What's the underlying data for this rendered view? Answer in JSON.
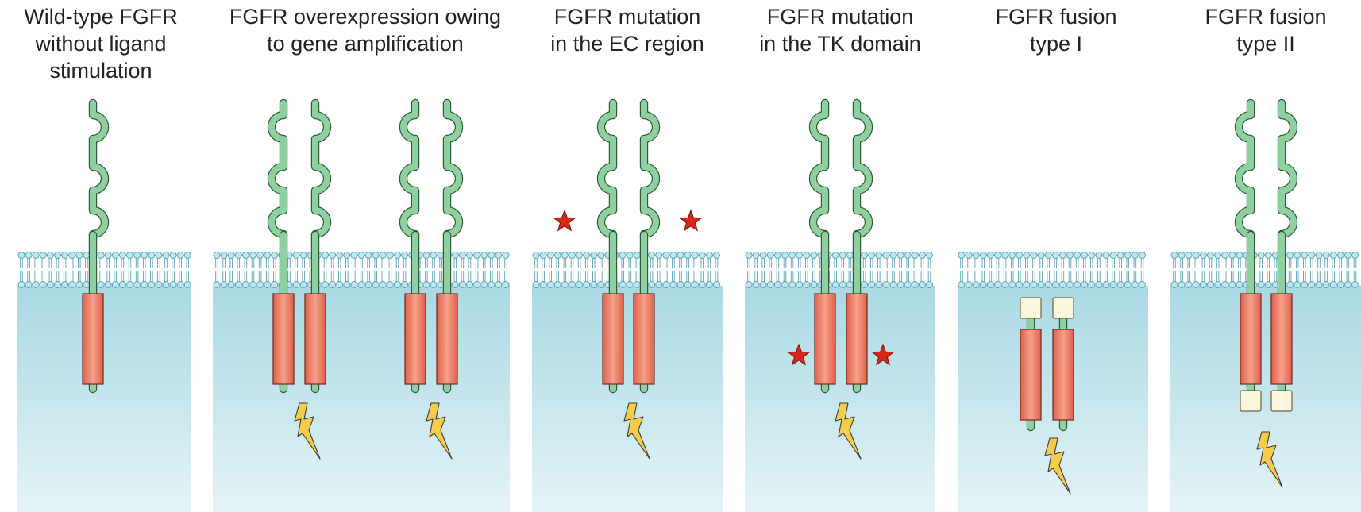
{
  "figure": {
    "colors": {
      "cytoplasm_top": "#a9d9e3",
      "cytoplasm_bottom": "#e4f3f7",
      "lipid_head": "#bfe6ee",
      "lipid_head_stroke": "#5aa4b6",
      "receptor_green": "#8fd0a0",
      "receptor_stroke": "#2d5a38",
      "kinase_red": "#f2806a",
      "kinase_stroke": "#6a2a20",
      "partner_box": "#fbf6dc",
      "mutation_star": "#d9261c",
      "lightning": "#f7cc4a"
    },
    "icons": [
      "mutation-star-icon",
      "lightning-bolt-icon"
    ],
    "panels": [
      {
        "id": "wild-type",
        "title_lines": [
          "Wild-type FGFR",
          "without ligand",
          "stimulation"
        ]
      },
      {
        "id": "overexpression",
        "title_lines": [
          "FGFR overexpression owing",
          "to gene amplification"
        ]
      },
      {
        "id": "ec-mutation",
        "title_lines": [
          "FGFR mutation",
          "in the EC region"
        ]
      },
      {
        "id": "tk-mutation",
        "title_lines": [
          "FGFR mutation",
          "in the TK domain"
        ]
      },
      {
        "id": "fusion-1",
        "title_lines": [
          "FGFR fusion",
          "type I"
        ]
      },
      {
        "id": "fusion-2",
        "title_lines": [
          "FGFR fusion",
          "type II"
        ]
      }
    ]
  }
}
